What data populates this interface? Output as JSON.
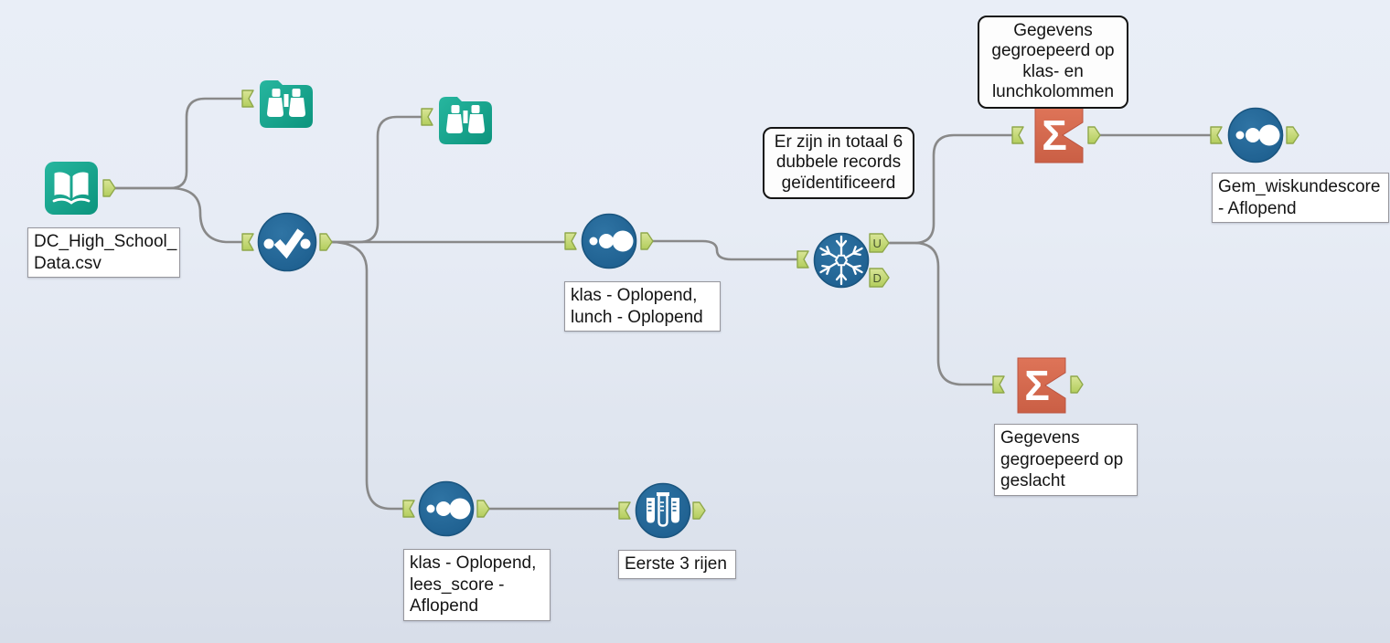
{
  "app": {
    "view": "workflow-canvas"
  },
  "colors": {
    "background_top": "#e9eef7",
    "background_bottom": "#d8dee9",
    "tool_teal": "#14a38c",
    "tool_blue": "#1e6191",
    "tool_orange": "#d4694e",
    "anchor_green": "#bfd569",
    "anchor_border": "#8fa84b",
    "wire_gray": "#898989",
    "comment_border": "#141414",
    "label_border": "#96969c"
  },
  "icons": {
    "input": "book-icon",
    "browse": "binoculars-icon",
    "select": "checkmark-icon",
    "sort": "dots-icon",
    "unique": "snowflake-icon",
    "summarize": "sigma-icon",
    "sample": "test-tubes-icon"
  },
  "anchors": {
    "unique_u": "U",
    "unique_d": "D"
  },
  "labels": {
    "input": "DC_High_School_\nData.csv",
    "sort_middle": "klas - Oplopend,\nlunch - Oplopend",
    "sort_bottom": "klas - Oplopend,\nlees_score -\nAflopend",
    "sort_topright": "Gem_wiskundescore\n- Aflopend",
    "sample": "Eerste 3 rijen",
    "summarize_bottom": "Gegevens\ngegroepeerd op\ngeslacht"
  },
  "comments": {
    "duplicates": "Er zijn in totaal 6\ndubbele records\ngeïdentificeerd",
    "grouped_klas_lunch": "Gegevens\ngegroepeerd op\nklas- en\nlunchkolommen"
  }
}
